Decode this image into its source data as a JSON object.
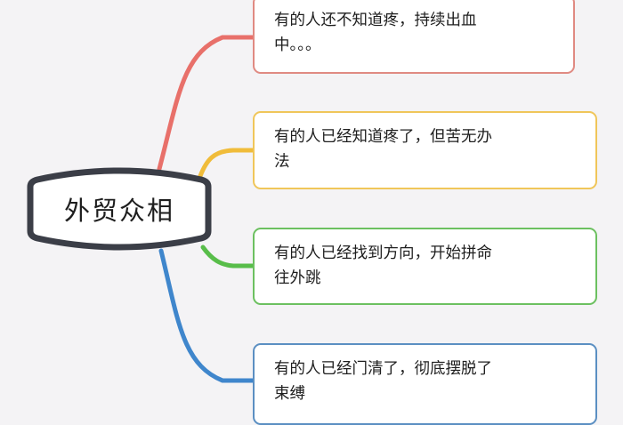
{
  "mindmap": {
    "root": {
      "label": "外贸众相",
      "border_color": "#3b3e47"
    },
    "branches": [
      {
        "text": "有的人还不知道疼，持续出血\n中。。。",
        "color": "#e8706a"
      },
      {
        "text": "有的人已经知道疼了，但苦无办\n法",
        "color": "#f0bc3a"
      },
      {
        "text": "有的人已经找到方向，开始拼命\n往外跳",
        "color": "#58bd4a"
      },
      {
        "text": "有的人已经门清了，彻底摆脱了\n束缚",
        "color": "#3f86cc"
      }
    ]
  }
}
